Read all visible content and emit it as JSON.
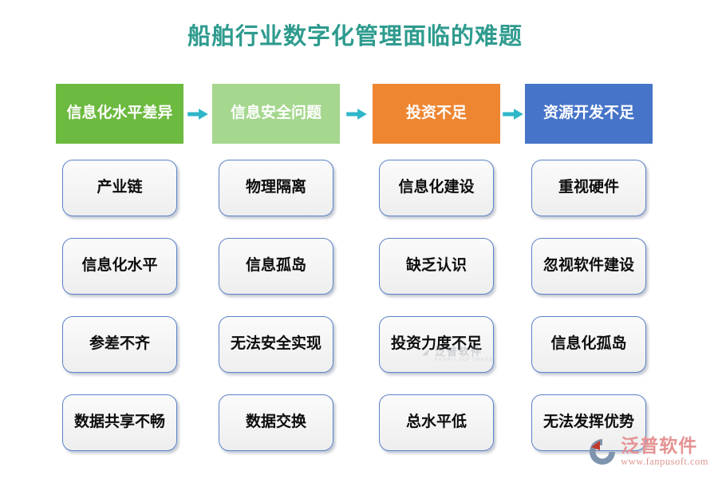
{
  "title": "船舶行业数字化管理面临的难题",
  "colors": {
    "title": "#2E9B8E",
    "arrow": "#2EB6C9",
    "box_border": "#5B82C8",
    "box_fill": "#f2f2f2",
    "header_colors": [
      "#6CBA3F",
      "#A5D78E",
      "#EE8631",
      "#4674C8"
    ],
    "brand_text": "#E59292"
  },
  "columns": [
    {
      "header": "信息化水平差异",
      "header_style": "background:#6CBA3F",
      "items": [
        "产业链",
        "信息化水平",
        "参差不齐",
        "数据共享不畅"
      ]
    },
    {
      "header": "信息安全问题",
      "header_style": "background:#A5D78E",
      "items": [
        "物理隔离",
        "信息孤岛",
        "无法安全实现",
        "数据交换"
      ]
    },
    {
      "header": "投资不足",
      "header_style": "background:#EE8631",
      "items": [
        "信息化建设",
        "缺乏认识",
        "投资力度不足",
        "总水平低"
      ]
    },
    {
      "header": "资源开发不足",
      "header_style": "background:#4674C8",
      "items": [
        "重视硬件",
        "忽视软件建设",
        "信息化孤岛",
        "无法发挥优势"
      ]
    }
  ],
  "watermark": {
    "name": "泛普软件",
    "subtitle": "FANPU SOFTWARE"
  },
  "logo": {
    "name": "泛普软件",
    "url": "www.fanpusoft.com"
  }
}
